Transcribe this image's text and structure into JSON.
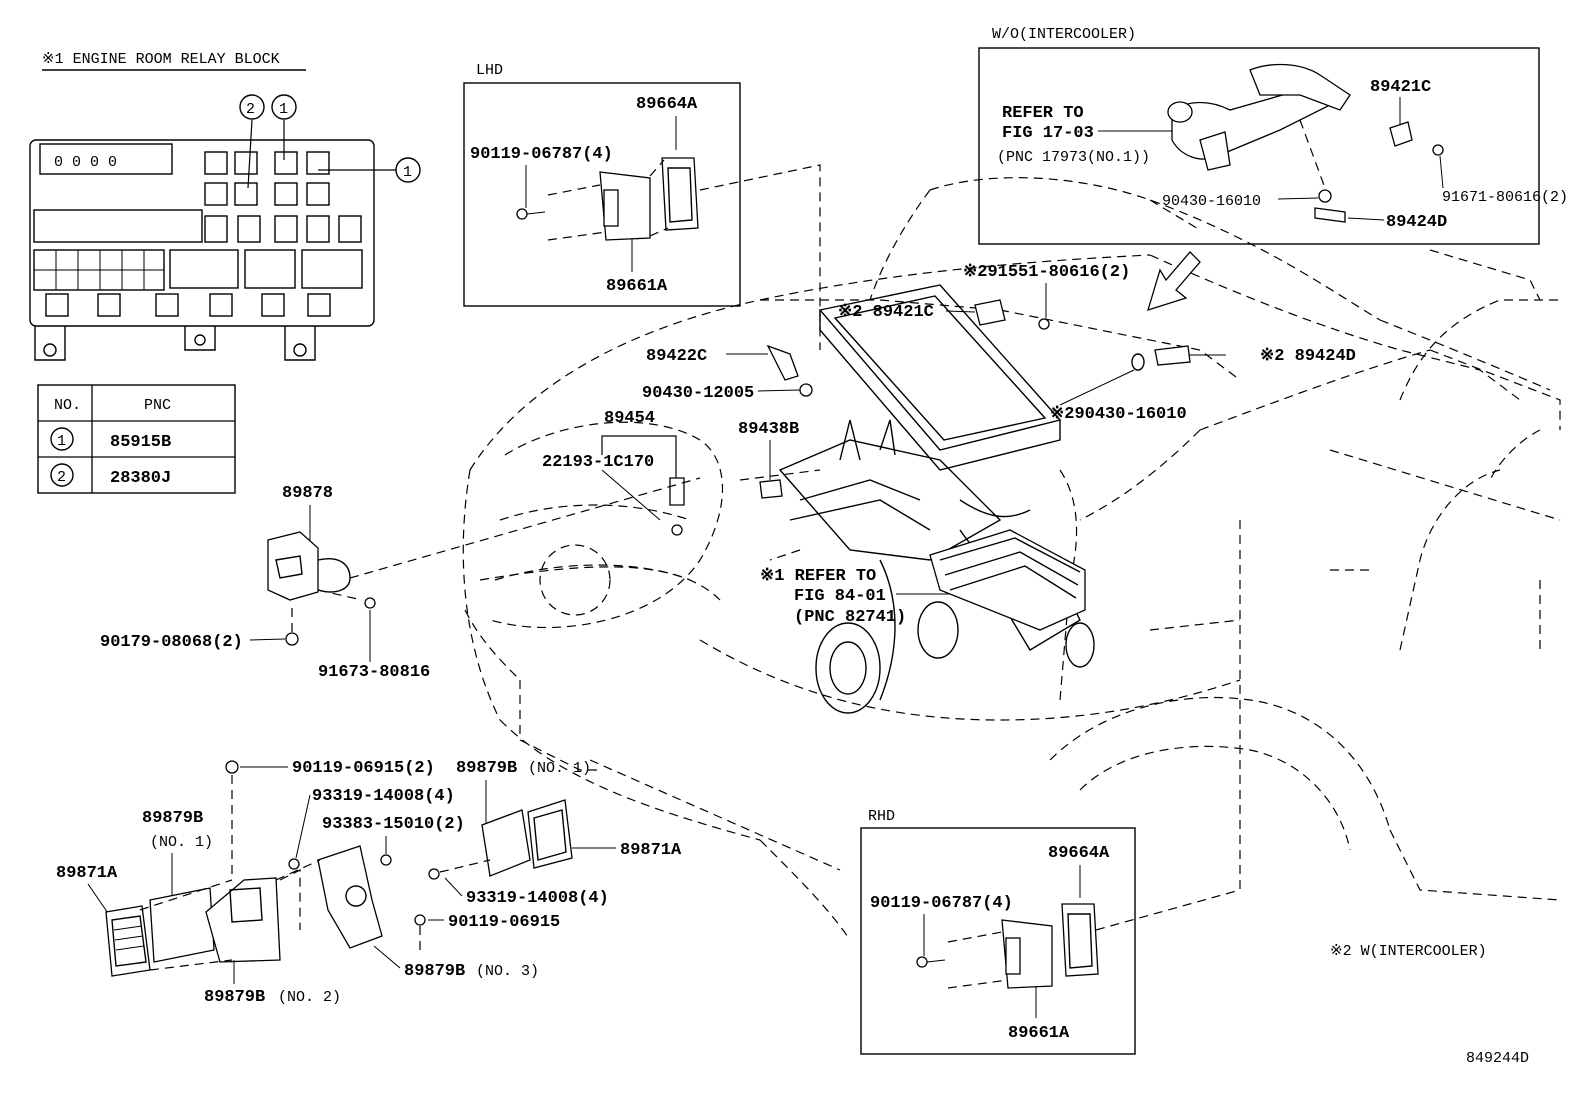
{
  "relay_block": {
    "title": "※1 ENGINE ROOM RELAY BLOCK",
    "table_header_no": "NO.",
    "table_header_pnc": "PNC",
    "rows": [
      {
        "no": "1",
        "pnc": "85915B"
      },
      {
        "no": "2",
        "pnc": "28380J"
      }
    ],
    "callouts": [
      "2",
      "1",
      "1"
    ],
    "fuse_text": "0 0 0 0"
  },
  "lhd_box": {
    "title": "LHD",
    "labels": [
      "89664A",
      "90119-06787(4)",
      "89661A"
    ]
  },
  "rhd_box": {
    "title": "RHD",
    "labels": [
      "89664A",
      "90119-06787(4)",
      "89661A"
    ]
  },
  "wo_intercooler_box": {
    "title": "W/O(INTERCOOLER)",
    "refer_line1": "REFER TO",
    "refer_line2": "FIG 17-03",
    "refer_line3": "(PNC 17973(NO.1))",
    "labels": [
      "89421C",
      "91671-80616(2)",
      "90430-16010",
      "89424D"
    ]
  },
  "main_labels": {
    "l_91551": "※291551-80616(2)",
    "l_89421C": "※2 89421C",
    "l_89422C": "89422C",
    "l_89424D": "※2 89424D",
    "l_90430_12005": "90430-12005",
    "l_90430_16010": "※290430-16010",
    "l_89454": "89454",
    "l_22193": "22193-1C170",
    "l_89438B": "89438B",
    "refer1": "※1 REFER TO",
    "refer2": "FIG 84-01",
    "refer3": "(PNC 82741)",
    "l_89878": "89878",
    "l_90179": "90179-08068(2)",
    "l_91673": "91673-80816",
    "l_90119_06915_2": "90119-06915(2)",
    "l_89879B_no1_right": "89879B",
    "l_no1_right": "(NO. 1)",
    "l_93319_top": "93319-14008(4)",
    "l_93383": "93383-15010(2)",
    "l_89871A_right": "89871A",
    "l_93319_bottom": "93319-14008(4)",
    "l_90119_06915": "90119-06915",
    "l_89879B_no3": "89879B",
    "l_no3": "(NO. 3)",
    "l_89879B_left": "89879B",
    "l_no1_left": "(NO. 1)",
    "l_89871A_left": "89871A",
    "l_89879B_no2": "89879B",
    "l_no2": "(NO. 2)",
    "note2": "※2  W(INTERCOOLER)",
    "drawing_no": "849244D"
  }
}
